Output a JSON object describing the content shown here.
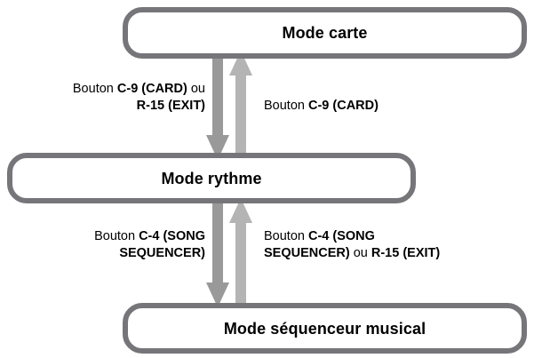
{
  "diagram": {
    "type": "mode-transition-flow",
    "colors": {
      "box_border": "#76767a",
      "box_fill": "#ffffff",
      "arrow_down_dark": "#999999",
      "arrow_up_light": "#b4b4b4",
      "text": "#000000"
    },
    "nodes": [
      {
        "id": "card",
        "label": "Mode carte"
      },
      {
        "id": "rhythm",
        "label": "Mode rythme"
      },
      {
        "id": "sequencer",
        "label": "Mode séquenceur musical"
      }
    ],
    "edges": [
      {
        "id": "card-to-rhythm",
        "from": "card",
        "to": "rhythm",
        "direction": "down",
        "align": "right",
        "lines": [
          [
            {
              "text": "Bouton ",
              "bold": false
            },
            {
              "text": "C-9 (CARD)",
              "bold": true
            },
            {
              "text": " ou",
              "bold": false
            }
          ],
          [
            {
              "text": "R-15 (EXIT)",
              "bold": true
            }
          ]
        ]
      },
      {
        "id": "rhythm-to-card",
        "from": "rhythm",
        "to": "card",
        "direction": "up",
        "align": "left",
        "lines": [
          [
            {
              "text": "Bouton ",
              "bold": false
            },
            {
              "text": "C-9 (CARD)",
              "bold": true
            }
          ]
        ]
      },
      {
        "id": "rhythm-to-sequencer",
        "from": "rhythm",
        "to": "sequencer",
        "direction": "down",
        "align": "right",
        "lines": [
          [
            {
              "text": "Bouton ",
              "bold": false
            },
            {
              "text": "C-4 (SONG",
              "bold": true
            }
          ],
          [
            {
              "text": "SEQUENCER)",
              "bold": true
            }
          ]
        ]
      },
      {
        "id": "sequencer-to-rhythm",
        "from": "sequencer",
        "to": "rhythm",
        "direction": "up",
        "align": "left",
        "lines": [
          [
            {
              "text": "Bouton ",
              "bold": false
            },
            {
              "text": "C-4 (SONG",
              "bold": true
            }
          ],
          [
            {
              "text": "SEQUENCER)",
              "bold": true
            },
            {
              "text": " ou ",
              "bold": false
            },
            {
              "text": "R-15 (EXIT)",
              "bold": true
            }
          ]
        ]
      }
    ]
  }
}
